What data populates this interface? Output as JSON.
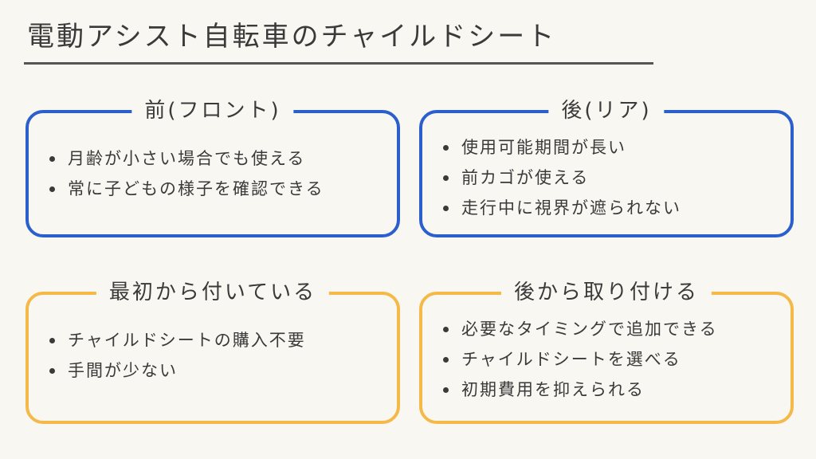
{
  "title": "電動アシスト自転車のチャイルドシート",
  "cards": [
    {
      "id": "front",
      "label": "前(フロント)",
      "items": [
        "月齢が小さい場合でも使える",
        "常に子どもの様子を確認できる"
      ]
    },
    {
      "id": "rear",
      "label": "後(リア)",
      "items": [
        "使用可能期間が長い",
        "前カゴが使える",
        "走行中に視界が遮られない"
      ]
    },
    {
      "id": "builtin",
      "label": "最初から付いている",
      "items": [
        "チャイルドシートの購入不要",
        "手間が少ない"
      ]
    },
    {
      "id": "retrofit",
      "label": "後から取り付ける",
      "items": [
        "必要なタイミングで追加できる",
        "チャイルドシートを選べる",
        "初期費用を抑えられる"
      ]
    }
  ],
  "colors": {
    "front_border": "#2a5fcc",
    "rear_border": "#2a5fcc",
    "builtin_border": "#f5b94a",
    "retrofit_border": "#f5b94a",
    "background": "#f8f7f1"
  }
}
